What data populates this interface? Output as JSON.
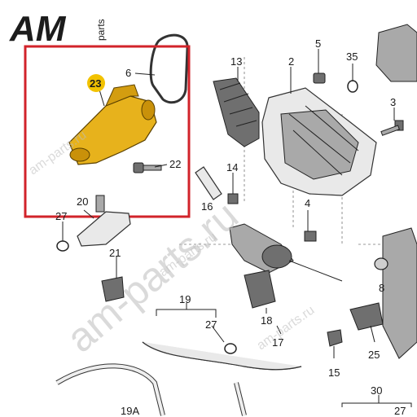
{
  "logo": {
    "text": "AM",
    "subtext": "parts"
  },
  "watermarks": [
    "am-parts.ru",
    "am-parts.ru",
    "am-parts.ru",
    "am-parts.ru"
  ],
  "highlight": {
    "color": "#d2232a",
    "badge_color": "#f2c200"
  },
  "callouts": {
    "c2": "2",
    "c3": "3",
    "c4": "4",
    "c5": "5",
    "c6": "6",
    "c8": "8",
    "c13": "13",
    "c14": "14",
    "c15": "15",
    "c16": "16",
    "c17": "17",
    "c18": "18",
    "c19": "19",
    "c19a": "19A",
    "c20": "20",
    "c21": "21",
    "c22": "22",
    "c23": "23",
    "c25": "25",
    "c27a": "27",
    "c27b": "27",
    "c27c": "27",
    "c30": "30",
    "c35": "35"
  }
}
